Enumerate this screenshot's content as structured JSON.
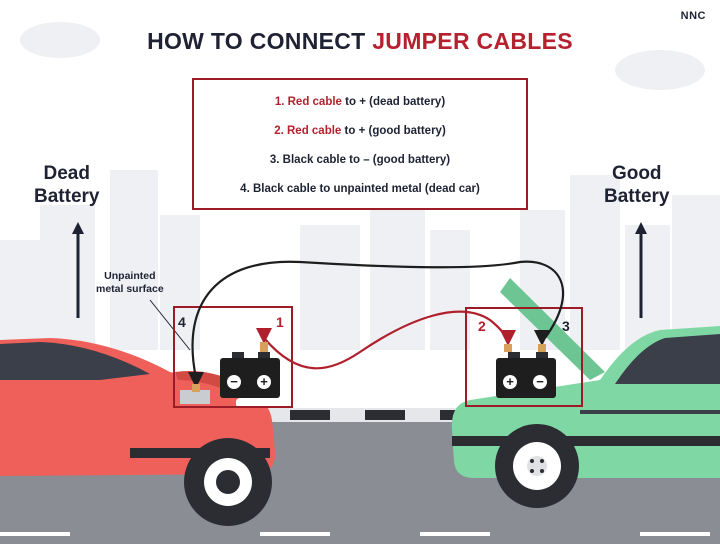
{
  "brand": "NNC",
  "title": {
    "prefix": "HOW TO CONNECT ",
    "highlight": "JUMPER CABLES"
  },
  "steps": [
    {
      "lead": "1. Red cable",
      "rest": " to + (dead battery)"
    },
    {
      "lead": "2. Red cable",
      "rest": " to + (good battery)"
    },
    {
      "lead": "3. Black cable to – (good battery)",
      "rest": ""
    },
    {
      "lead": "4. Black cable to unpainted metal (dead car)",
      "rest": ""
    }
  ],
  "labels": {
    "dead_battery": [
      "Dead",
      "Battery"
    ],
    "good_battery": [
      "Good",
      "Battery"
    ],
    "unpainted": [
      "Unpainted",
      "metal surface"
    ]
  },
  "terminal_numbers": {
    "n1": "1",
    "n2": "2",
    "n3": "3",
    "n4": "4"
  },
  "battery_symbols": {
    "minus": "−",
    "plus": "+"
  },
  "colors": {
    "red_accent": "#b5212f",
    "navy": "#1e2233",
    "dead_car": "#f0605a",
    "good_car": "#7fd8a4",
    "red_cable": "#b01f2c",
    "black_cable": "#1e1e1e"
  }
}
